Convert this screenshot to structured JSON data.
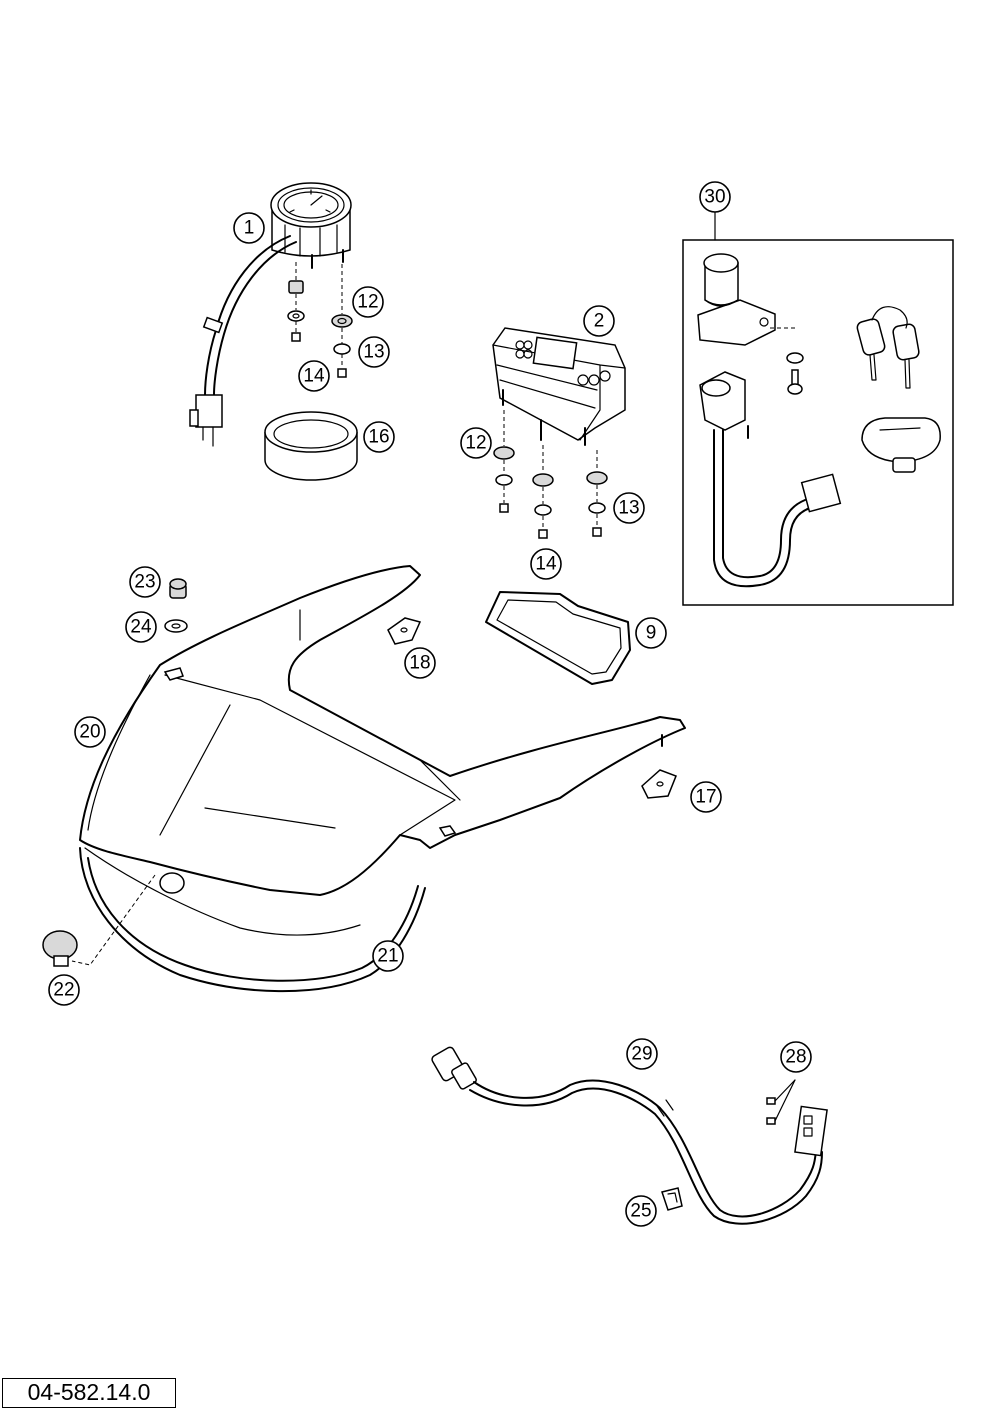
{
  "drawing_number": "04-582.14.0",
  "callouts": [
    {
      "id": "c1",
      "label": "1"
    },
    {
      "id": "c2",
      "label": "2"
    },
    {
      "id": "c9",
      "label": "9"
    },
    {
      "id": "c12a",
      "label": "12"
    },
    {
      "id": "c12b",
      "label": "12"
    },
    {
      "id": "c13a",
      "label": "13"
    },
    {
      "id": "c13b",
      "label": "13"
    },
    {
      "id": "c14a",
      "label": "14"
    },
    {
      "id": "c14b",
      "label": "14"
    },
    {
      "id": "c16",
      "label": "16"
    },
    {
      "id": "c17",
      "label": "17"
    },
    {
      "id": "c18",
      "label": "18"
    },
    {
      "id": "c20",
      "label": "20"
    },
    {
      "id": "c21",
      "label": "21"
    },
    {
      "id": "c22",
      "label": "22"
    },
    {
      "id": "c23",
      "label": "23"
    },
    {
      "id": "c24",
      "label": "24"
    },
    {
      "id": "c25",
      "label": "25"
    },
    {
      "id": "c28",
      "label": "28"
    },
    {
      "id": "c29",
      "label": "29"
    },
    {
      "id": "c30",
      "label": "30"
    }
  ]
}
